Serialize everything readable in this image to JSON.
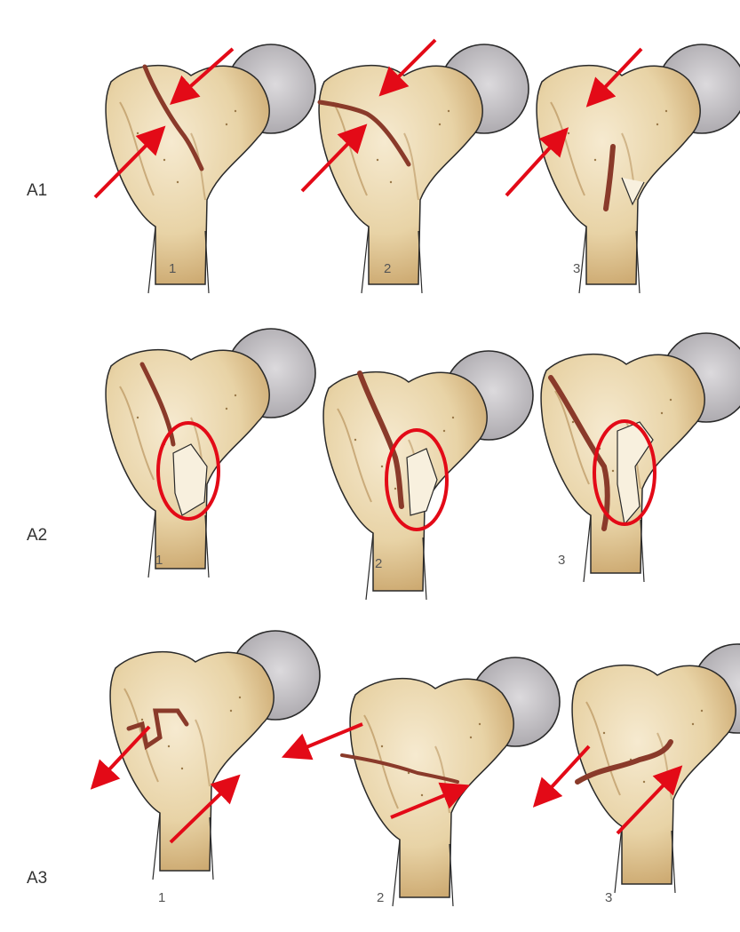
{
  "figure": {
    "rows": [
      {
        "label": "A1",
        "items": [
          {
            "number": "1"
          },
          {
            "number": "2"
          },
          {
            "number": "3"
          }
        ]
      },
      {
        "label": "A2",
        "items": [
          {
            "number": "1"
          },
          {
            "number": "2"
          },
          {
            "number": "3"
          }
        ]
      },
      {
        "label": "A3",
        "items": [
          {
            "number": "1"
          },
          {
            "number": "2"
          },
          {
            "number": "3"
          }
        ]
      }
    ]
  },
  "colors": {
    "bone": "#ecdcb8",
    "bone_shadow": "#c9a46a",
    "head": "#c6c3c7",
    "fracture": "#8a3a2a",
    "annotation": "#e30a17",
    "outline": "#2a2a2a"
  }
}
